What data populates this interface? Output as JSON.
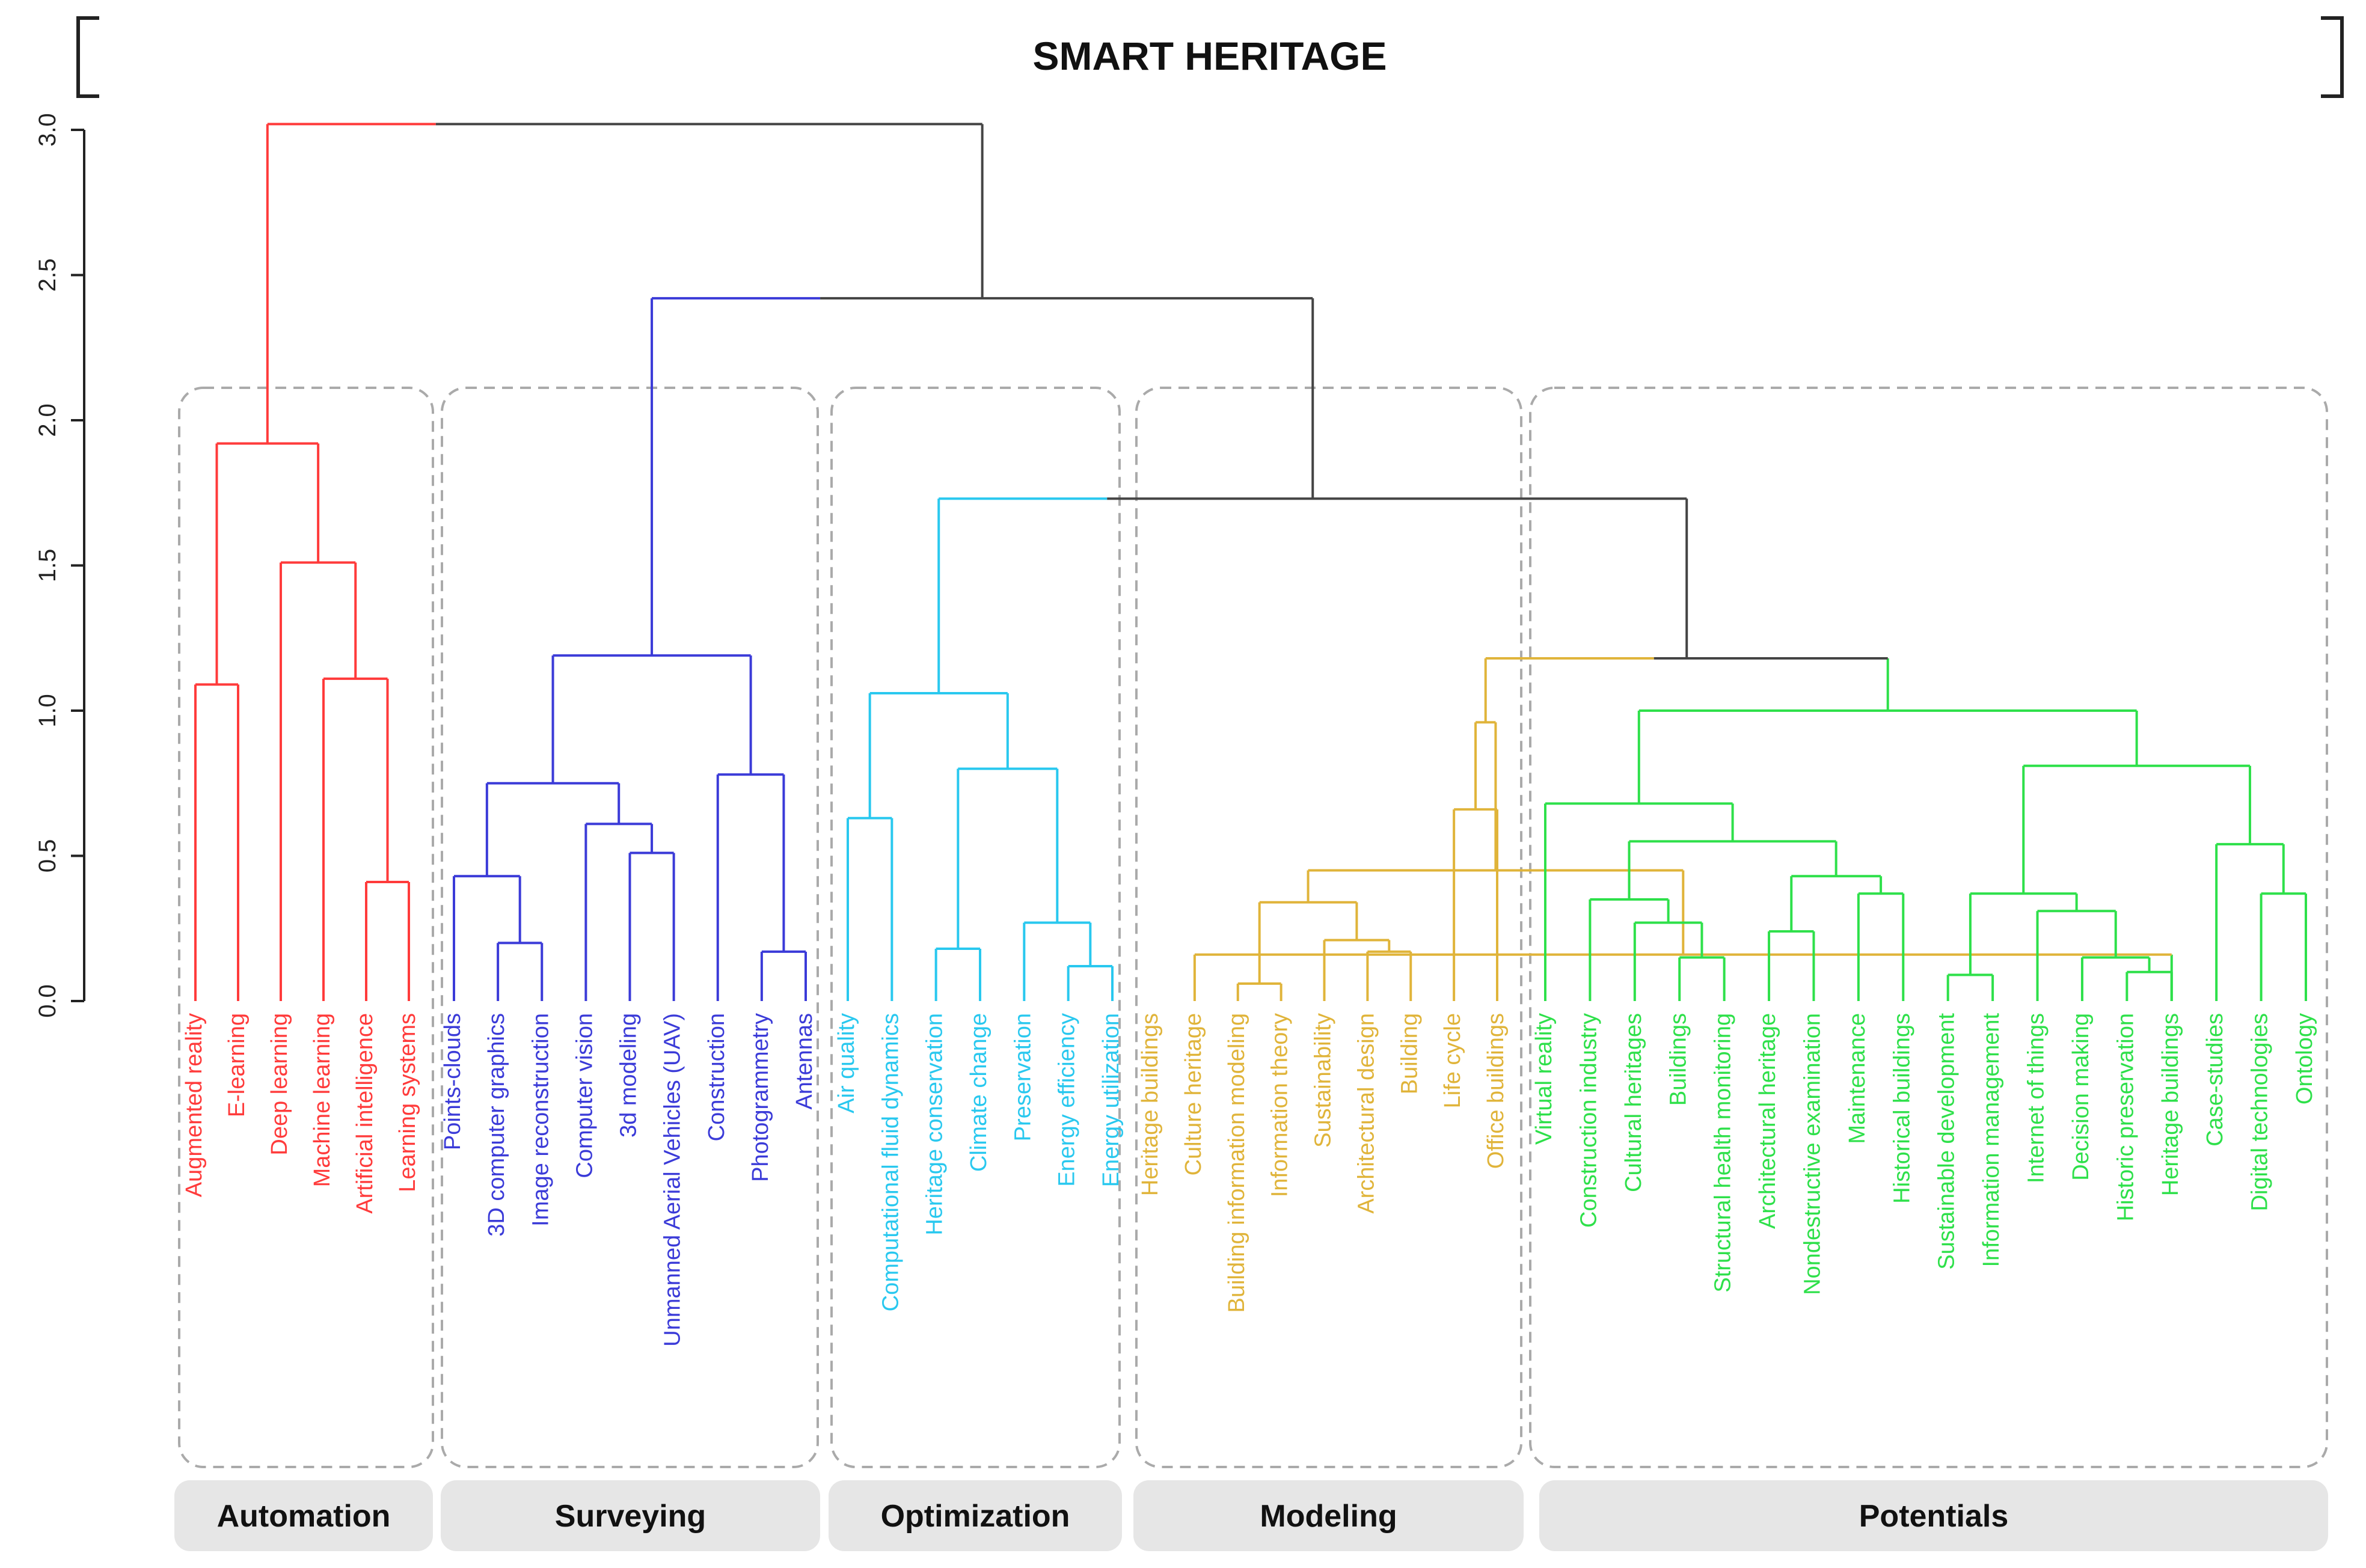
{
  "title": "SMART HERITAGE",
  "colors": {
    "automation": "#ff3b3b",
    "surveying": "#3b3bd8",
    "optimization": "#29c8ef",
    "modeling": "#e0b43a",
    "potentials": "#2ee04a",
    "root": "#444444",
    "box_border": "#aaaaaa",
    "label_bg": "#e6e6e6"
  },
  "chart_data": {
    "type": "dendrogram",
    "yaxis": {
      "ticks": [
        "0.0",
        "0.5",
        "1.0",
        "1.5",
        "2.0",
        "2.5",
        "3.0"
      ],
      "range": [
        0,
        3.0
      ]
    },
    "categories": [
      {
        "name": "Automation",
        "color_key": "automation",
        "leaves": [
          "Augmented reality",
          "E-learning",
          "Deep learning",
          "Machine learning",
          "Artificial intelligence",
          "Learning systems"
        ]
      },
      {
        "name": "Surveying",
        "color_key": "surveying",
        "leaves": [
          "Points-clouds",
          "3D computer  graphics",
          "Image reconstruction",
          "Computer vision",
          "3d modeling",
          "Unmanned Aerial Vehicles (UAV)",
          "Construction",
          "Photogrammetry",
          "Antennas"
        ]
      },
      {
        "name": "Optimization",
        "color_key": "optimization",
        "leaves": [
          "Air quality",
          "Computational fluid dynamics",
          "Heritage conservation",
          "Climate change",
          "Preservation",
          "Energy efficiency",
          "Energy utilization"
        ]
      },
      {
        "name": "Modeling",
        "color_key": "modeling",
        "leaves": [
          "Heritage buildings",
          "Culture heritage",
          "Building information modeling",
          "Information theory",
          "Sustainability",
          "Architectural design",
          "Building",
          "Life cycle",
          "Office buildings"
        ]
      },
      {
        "name": "Potentials",
        "color_key": "potentials",
        "leaves": [
          "Virtual reality",
          "Construction industry",
          "Cultural heritages",
          "Buildings",
          "Structural health monitoring",
          "Architectural heritage",
          "Nondestructive examination",
          "Maintenance",
          "Historical buildings",
          "Sustainable development",
          "Information management",
          "Internet of things",
          "Decision making",
          "Historic preservation",
          "Heritage buildings",
          "Case-studies",
          "Digital technologies",
          "Ontology"
        ]
      }
    ],
    "merges": [
      {
        "color": "automation",
        "a": "L:Augmented reality",
        "b": "L:E-learning",
        "h": 1.09,
        "id": "A1"
      },
      {
        "color": "automation",
        "a": "L:Artificial intelligence",
        "b": "L:Learning systems",
        "h": 0.41,
        "id": "A2"
      },
      {
        "color": "automation",
        "a": "L:Machine learning",
        "b": "N:A2",
        "h": 1.11,
        "id": "A3"
      },
      {
        "color": "automation",
        "a": "L:Deep learning",
        "b": "N:A3",
        "h": 1.51,
        "id": "A4"
      },
      {
        "color": "automation",
        "a": "N:A1",
        "b": "N:A4",
        "h": 1.92,
        "id": "A5"
      },
      {
        "color": "surveying",
        "a": "L:3D computer  graphics",
        "b": "L:Image reconstruction",
        "h": 0.2,
        "id": "S1"
      },
      {
        "color": "surveying",
        "a": "L:Points-clouds",
        "b": "N:S1",
        "h": 0.43,
        "id": "S2"
      },
      {
        "color": "surveying",
        "a": "L:3d modeling",
        "b": "L:Unmanned Aerial Vehicles (UAV)",
        "h": 0.51,
        "id": "S3"
      },
      {
        "color": "surveying",
        "a": "L:Computer vision",
        "b": "N:S3",
        "h": 0.61,
        "id": "S4"
      },
      {
        "color": "surveying",
        "a": "N:S2",
        "b": "N:S4",
        "h": 0.75,
        "id": "S5"
      },
      {
        "color": "surveying",
        "a": "L:Photogrammetry",
        "b": "L:Antennas",
        "h": 0.17,
        "id": "S6"
      },
      {
        "color": "surveying",
        "a": "L:Construction",
        "b": "N:S6",
        "h": 0.78,
        "id": "S7"
      },
      {
        "color": "surveying",
        "a": "N:S5",
        "b": "N:S7",
        "h": 1.19,
        "id": "S8"
      },
      {
        "color": "optimization",
        "a": "L:Air quality",
        "b": "L:Computational fluid dynamics",
        "h": 0.63,
        "id": "O1"
      },
      {
        "color": "optimization",
        "a": "L:Heritage conservation",
        "b": "L:Climate change",
        "h": 0.18,
        "id": "O2"
      },
      {
        "color": "optimization",
        "a": "L:Energy efficiency",
        "b": "L:Energy utilization",
        "h": 0.12,
        "id": "O3"
      },
      {
        "color": "optimization",
        "a": "L:Preservation",
        "b": "N:O3",
        "h": 0.27,
        "id": "O4"
      },
      {
        "color": "optimization",
        "a": "N:O2",
        "b": "N:O4",
        "h": 0.8,
        "id": "O5"
      },
      {
        "color": "optimization",
        "a": "N:O1",
        "b": "N:O5",
        "h": 1.06,
        "id": "O6"
      },
      {
        "color": "modeling",
        "a": "L:Heritage buildings",
        "b": "L:Culture heritage",
        "h": 0.16,
        "id": "M1"
      },
      {
        "color": "modeling",
        "a": "L:Building information modeling",
        "b": "L:Information theory",
        "h": 0.06,
        "id": "M2"
      },
      {
        "color": "modeling",
        "a": "L:Architectural design",
        "b": "L:Building",
        "h": 0.17,
        "id": "M3"
      },
      {
        "color": "modeling",
        "a": "L:Sustainability",
        "b": "N:M3",
        "h": 0.21,
        "id": "M4"
      },
      {
        "color": "modeling",
        "a": "N:M2",
        "b": "N:M4",
        "h": 0.34,
        "id": "M5"
      },
      {
        "color": "modeling",
        "a": "N:M1",
        "b": "N:M5",
        "h": 0.45,
        "id": "M6"
      },
      {
        "color": "modeling",
        "a": "L:Life cycle",
        "b": "L:Office buildings",
        "h": 0.66,
        "id": "M7"
      },
      {
        "color": "modeling",
        "a": "N:M6",
        "b": "N:M7",
        "h": 0.96,
        "id": "M8"
      },
      {
        "color": "potentials",
        "a": "L:Buildings",
        "b": "L:Structural health monitoring",
        "h": 0.15,
        "id": "P1"
      },
      {
        "color": "potentials",
        "a": "L:Cultural heritages",
        "b": "N:P1",
        "h": 0.27,
        "id": "P2"
      },
      {
        "color": "potentials",
        "a": "L:Construction industry",
        "b": "N:P2",
        "h": 0.35,
        "id": "P3"
      },
      {
        "color": "potentials",
        "a": "L:Architectural heritage",
        "b": "L:Nondestructive examination",
        "h": 0.24,
        "id": "P4"
      },
      {
        "color": "potentials",
        "a": "L:Maintenance",
        "b": "L:Historical buildings",
        "h": 0.37,
        "id": "P5"
      },
      {
        "color": "potentials",
        "a": "N:P4",
        "b": "N:P5",
        "h": 0.43,
        "id": "P6"
      },
      {
        "color": "potentials",
        "a": "N:P3",
        "b": "N:P6",
        "h": 0.55,
        "id": "P7"
      },
      {
        "color": "potentials",
        "a": "L:Virtual reality",
        "b": "N:P7",
        "h": 0.68,
        "id": "P8"
      },
      {
        "color": "potentials",
        "a": "L:Sustainable development",
        "b": "L:Information management",
        "h": 0.09,
        "id": "P9"
      },
      {
        "color": "potentials",
        "a": "L:Historic preservation",
        "b": "L:Heritage buildings",
        "h": 0.1,
        "id": "P10"
      },
      {
        "color": "potentials",
        "a": "L:Decision making",
        "b": "N:P10",
        "h": 0.15,
        "id": "P11"
      },
      {
        "color": "potentials",
        "a": "L:Internet of things",
        "b": "N:P11",
        "h": 0.31,
        "id": "P12"
      },
      {
        "color": "potentials",
        "a": "N:P9",
        "b": "N:P12",
        "h": 0.37,
        "id": "P13"
      },
      {
        "color": "potentials",
        "a": "L:Digital technologies",
        "b": "L:Ontology",
        "h": 0.37,
        "id": "P14"
      },
      {
        "color": "potentials",
        "a": "L:Case-studies",
        "b": "N:P14",
        "h": 0.54,
        "id": "P15"
      },
      {
        "color": "potentials",
        "a": "N:P13",
        "b": "N:P15",
        "h": 0.81,
        "id": "P16"
      },
      {
        "color": "potentials",
        "a": "N:P8",
        "b": "N:P16",
        "h": 1.0,
        "id": "P17"
      },
      {
        "color": "modeling",
        "a": "N:M8",
        "b": "N:P17",
        "h": 1.18,
        "id": "R1"
      },
      {
        "color": "optimization",
        "a": "N:O6",
        "b": "N:R1",
        "h": 1.73,
        "id": "R2"
      },
      {
        "color": "surveying",
        "a": "N:S8",
        "b": "N:R2",
        "h": 2.42,
        "id": "R3"
      },
      {
        "color": "automation",
        "a": "N:A5",
        "b": "N:R3",
        "h": 3.02,
        "id": "R4"
      }
    ]
  }
}
